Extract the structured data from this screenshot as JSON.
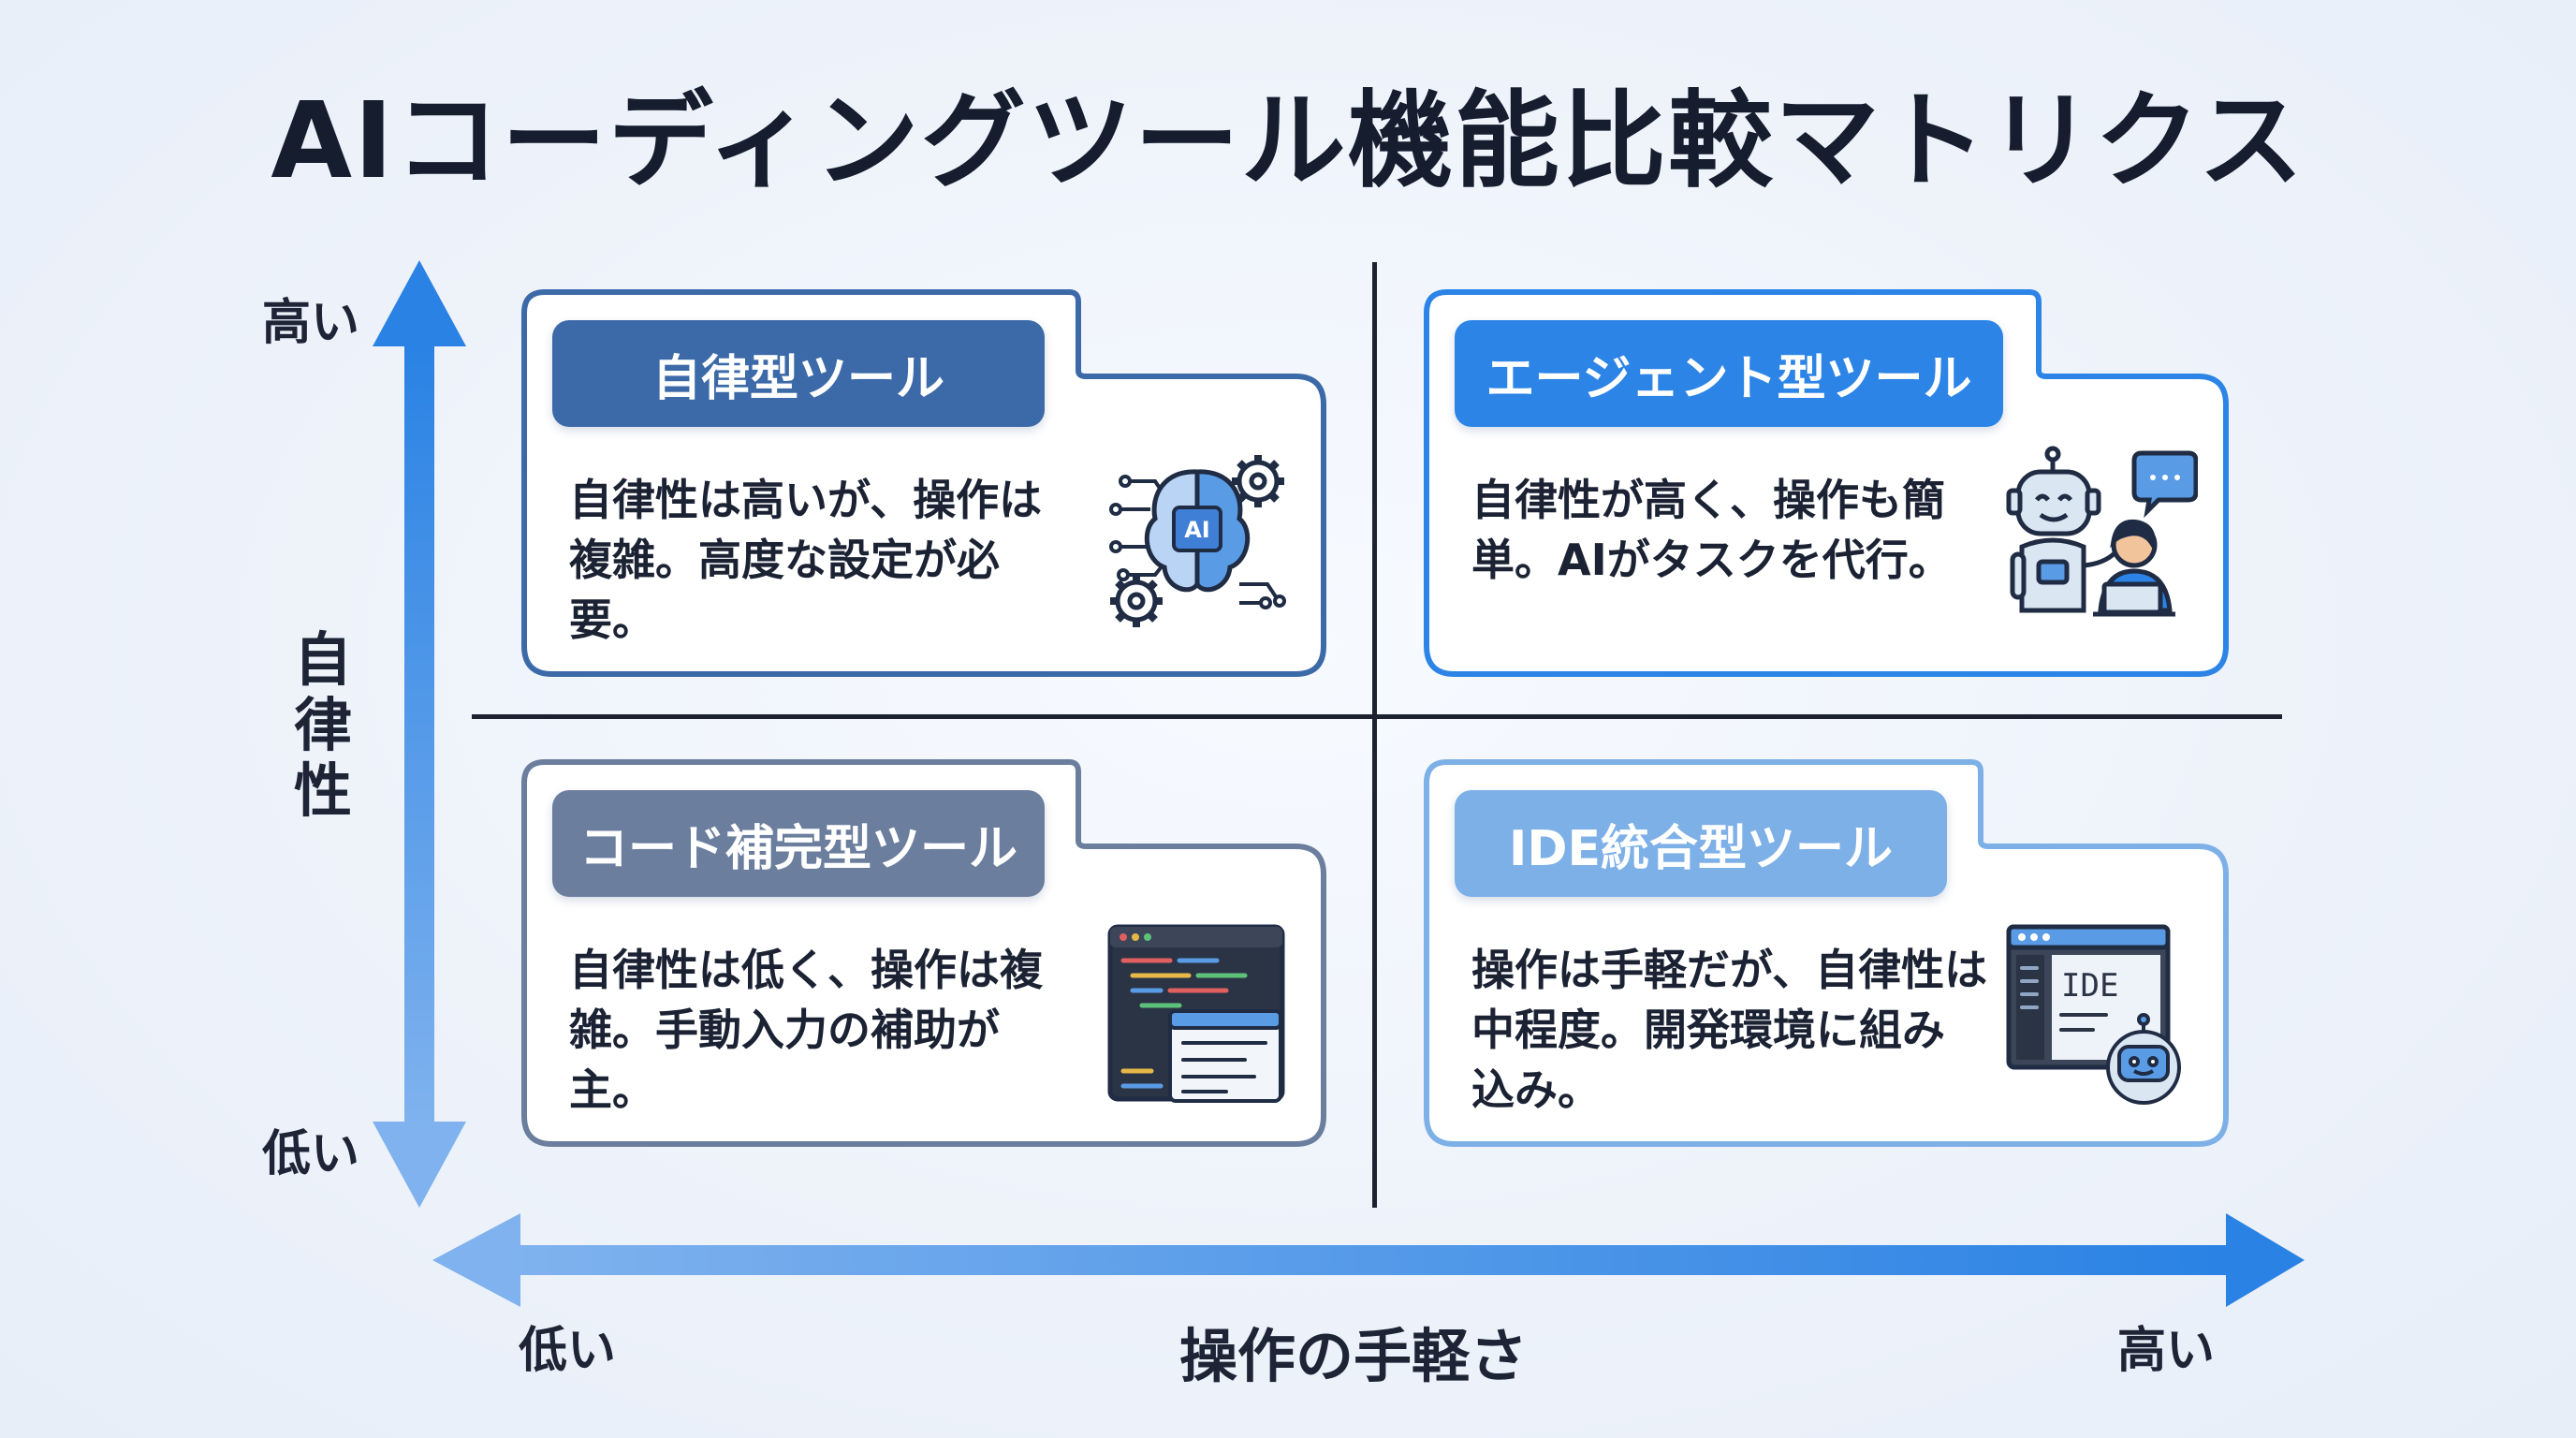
{
  "title": "AIコーディングツール機能比較マトリクス",
  "y_axis": {
    "label_chars": [
      "自",
      "律",
      "性"
    ],
    "high": "高い",
    "low": "低い"
  },
  "x_axis": {
    "label": "操作の手軽さ",
    "low": "低い",
    "high": "高い"
  },
  "colors": {
    "axis_blue": "#2a82e4",
    "tl_tab": "#3c6aa8",
    "tr_tab": "#2b84e6",
    "bl_tab": "#6b7e9e",
    "br_tab": "#7eb0e8"
  },
  "quadrants": {
    "top_left": {
      "tab": "自律型ツール",
      "desc_lines": [
        "自律性は高いが、操作は",
        "複雑。高度な設定が必",
        "要。"
      ],
      "icon": "ai-brain-gears-icon"
    },
    "top_right": {
      "tab": "エージェント型ツール",
      "desc_lines": [
        "自律性が高く、操作も簡",
        "単。AIがタスクを代行。"
      ],
      "icon": "robot-assistant-icon"
    },
    "bottom_left": {
      "tab": "コード補完型ツール",
      "desc_lines": [
        "自律性は低く、操作は複",
        "雑。手動入力の補助が",
        "主。"
      ],
      "icon": "code-editor-icon"
    },
    "bottom_right": {
      "tab": "IDE統合型ツール",
      "desc_lines": [
        "操作は手軽だが、自律性は",
        "中程度。開発環境に組み",
        "込み。"
      ],
      "icon": "ide-window-icon",
      "icon_text": "IDE"
    }
  }
}
